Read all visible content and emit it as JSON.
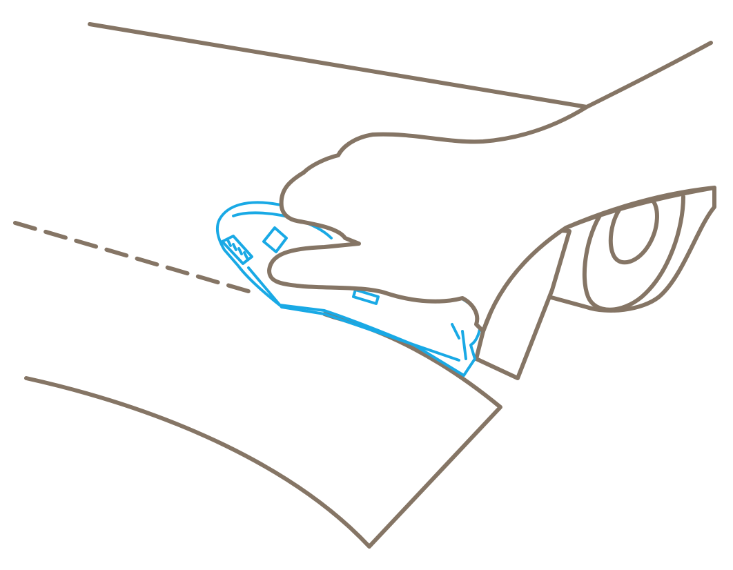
{
  "illustration": {
    "subject": "hand-guiding-cutter-along-paper-roll",
    "colors": {
      "outline": "#857565",
      "tool": "#19a9e5",
      "background": "#ffffff"
    },
    "elements": [
      {
        "name": "paper-roll"
      },
      {
        "name": "paper-sheet"
      },
      {
        "name": "cut-guide-line"
      },
      {
        "name": "hand"
      },
      {
        "name": "cutter-tool-icon"
      }
    ]
  }
}
